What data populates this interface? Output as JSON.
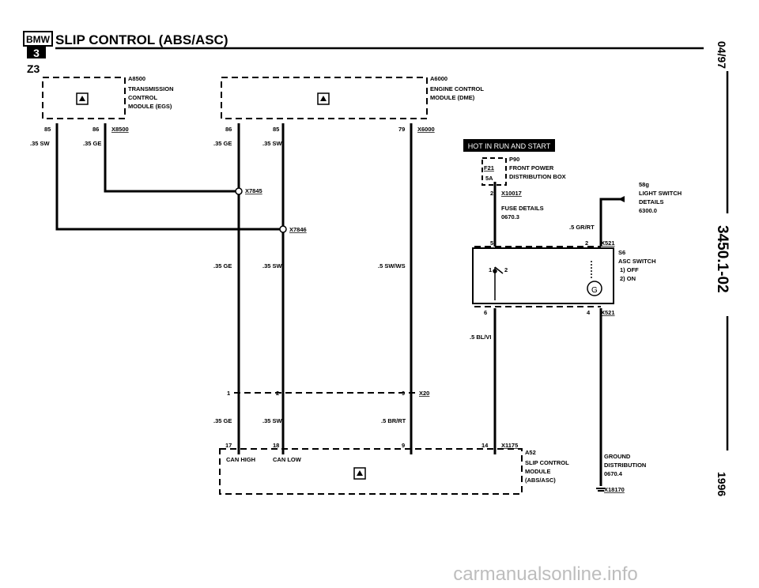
{
  "header": {
    "brand": "BMW",
    "series": "3",
    "title": "SLIP CONTROL (ABS/ASC)",
    "model": "Z3"
  },
  "side": {
    "date": "04/97",
    "page": "3450.1-02",
    "year": "1996"
  },
  "watermark": "carmanualsonline.info",
  "components": {
    "a8500": {
      "id": "A8500",
      "lines": [
        "TRANSMISSION",
        "CONTROL",
        "MODULE (EGS)"
      ]
    },
    "a6000": {
      "id": "A6000",
      "lines": [
        "ENGINE CONTROL",
        "MODULE (DME)"
      ]
    },
    "f21": {
      "fuse": "F21",
      "amps": "5A",
      "id": "P90",
      "lines": [
        "FRONT POWER",
        "DISTRIBUTION BOX"
      ]
    },
    "hot_label": "HOT IN RUN AND START",
    "x10017": {
      "id": "X10017",
      "lines": [
        "FUSE DETAILS",
        "0670.3"
      ]
    },
    "light_switch": {
      "id": "58g",
      "lines": [
        "LIGHT SWITCH",
        "DETAILS",
        "6300.0"
      ]
    },
    "s6": {
      "id": "S6",
      "name": "ASC SWITCH",
      "opt1": "1)  OFF",
      "opt2": "2)  ON"
    },
    "a52": {
      "id": "A52",
      "lines": [
        "SLIP CONTROL",
        "MODULE",
        "(ABS/ASC)"
      ],
      "can_high": "CAN HIGH",
      "can_low": "CAN LOW"
    },
    "ground": {
      "lines": [
        "GROUND",
        "DISTRIBUTION",
        "0670.4"
      ],
      "id": "X18170"
    }
  },
  "connectors": {
    "x8500": "X8500",
    "x6000": "X6000",
    "x7845": "X7845",
    "x7846": "X7846",
    "x20": "X20",
    "x1175": "X1175",
    "x521a": "X521",
    "x521b": "X521"
  },
  "pins": {
    "p85a": "85",
    "p86a": "86",
    "p86b": "86",
    "p85b": "85",
    "p79": "79",
    "p1": "1",
    "p2": "2",
    "p9": "9",
    "p17": "17",
    "p18": "18",
    "p9b": "9",
    "p14": "14",
    "p2f": "2",
    "p5": "5",
    "p2s": "2",
    "p6": "6",
    "p4": "4",
    "sw1": "1",
    "sw2": "2"
  },
  "wires": {
    "w_sw1": ".35 SW",
    "w_ge1": ".35 GE",
    "w_ge2": ".35 GE",
    "w_sw2": ".35 SW",
    "w_ge3": ".35 GE",
    "w_sw3": ".35 SW",
    "w_swws": ".5 SW/WS",
    "w_ge4": ".35 GE",
    "w_sw4": ".35 SW",
    "w_brrt": ".5 BR/RT",
    "w_grrt": ".5 GR/RT",
    "w_blvi": ".5 BL/VI"
  }
}
